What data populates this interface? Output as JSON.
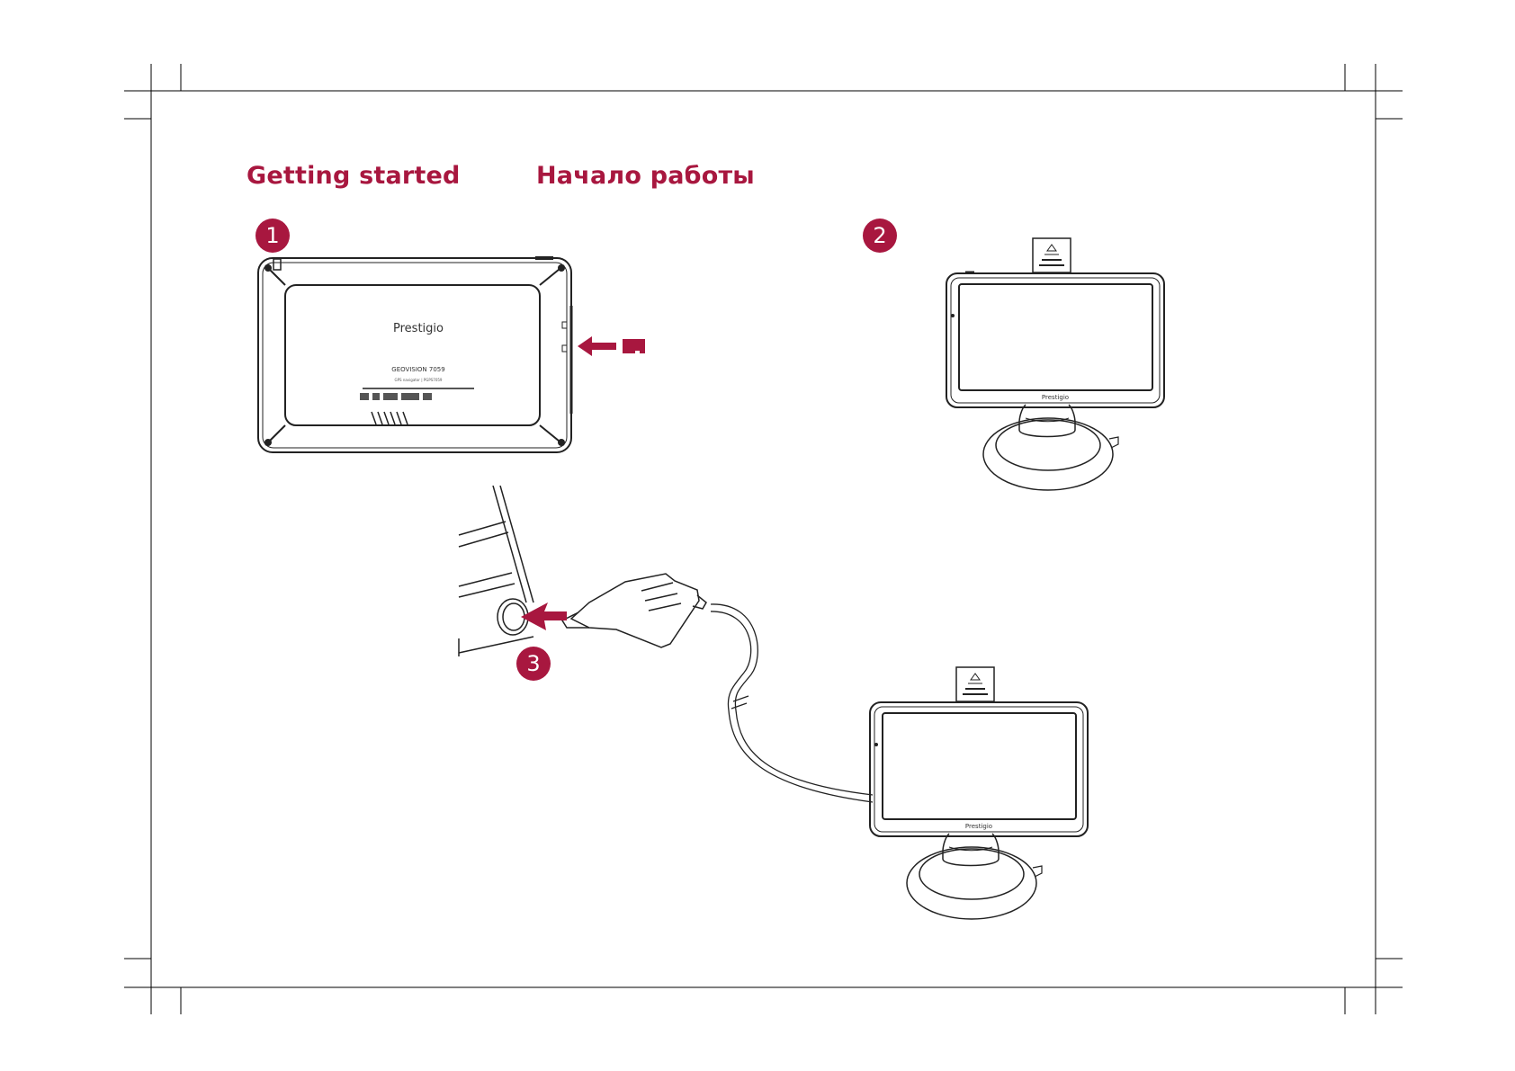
{
  "headings": {
    "en": "Getting started",
    "ru": "Начало работы"
  },
  "steps": [
    "1",
    "2",
    "3"
  ],
  "device_back": {
    "brand": "Prestigio",
    "model": "GEOVISION 7059",
    "subtitle": "GPS navigator | PGPS7059"
  },
  "device_front": {
    "brand": "Prestigio"
  },
  "colors": {
    "accent": "#a8173f",
    "line": "#222222"
  }
}
